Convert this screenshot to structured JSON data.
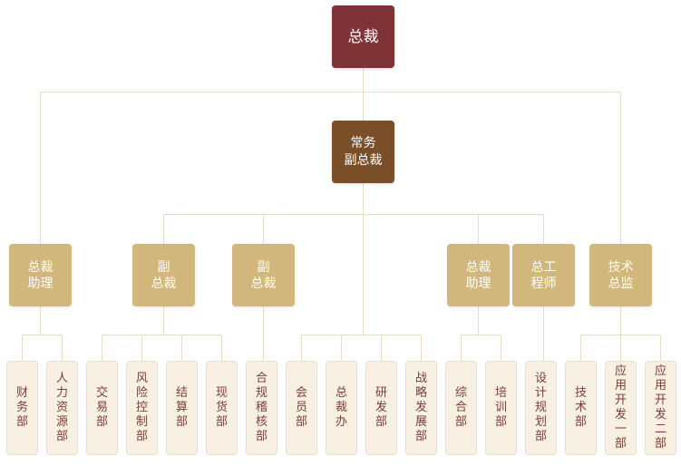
{
  "top": {
    "label": "总裁"
  },
  "vice": {
    "label": "常务\n副总裁"
  },
  "level2": [
    {
      "label": "总裁\n助理"
    },
    {
      "label": "副\n总裁"
    },
    {
      "label": "副\n总裁"
    },
    {
      "label": "总裁\n助理"
    },
    {
      "label": "总工\n程师"
    },
    {
      "label": "技术\n总监"
    }
  ],
  "departments": [
    {
      "label": "财务部"
    },
    {
      "label": "人力资源部"
    },
    {
      "label": "交易部"
    },
    {
      "label": "风险控制部"
    },
    {
      "label": "结算部"
    },
    {
      "label": "现货部"
    },
    {
      "label": "合规稽核部"
    },
    {
      "label": "会员部"
    },
    {
      "label": "总裁办"
    },
    {
      "label": "研发部"
    },
    {
      "label": "战略发展部"
    },
    {
      "label": "综合部"
    },
    {
      "label": "培训部"
    },
    {
      "label": "设计规划部"
    },
    {
      "label": "技术部"
    },
    {
      "label": "应用开发一部"
    },
    {
      "label": "应用开发二部"
    }
  ],
  "colors": {
    "top": "#7e3337",
    "vice": "#7a4e27",
    "level2": "#d2b77c",
    "department_bg": "#f7f0e3",
    "department_text": "#7c3d37",
    "connector": "#e8dcc4"
  }
}
